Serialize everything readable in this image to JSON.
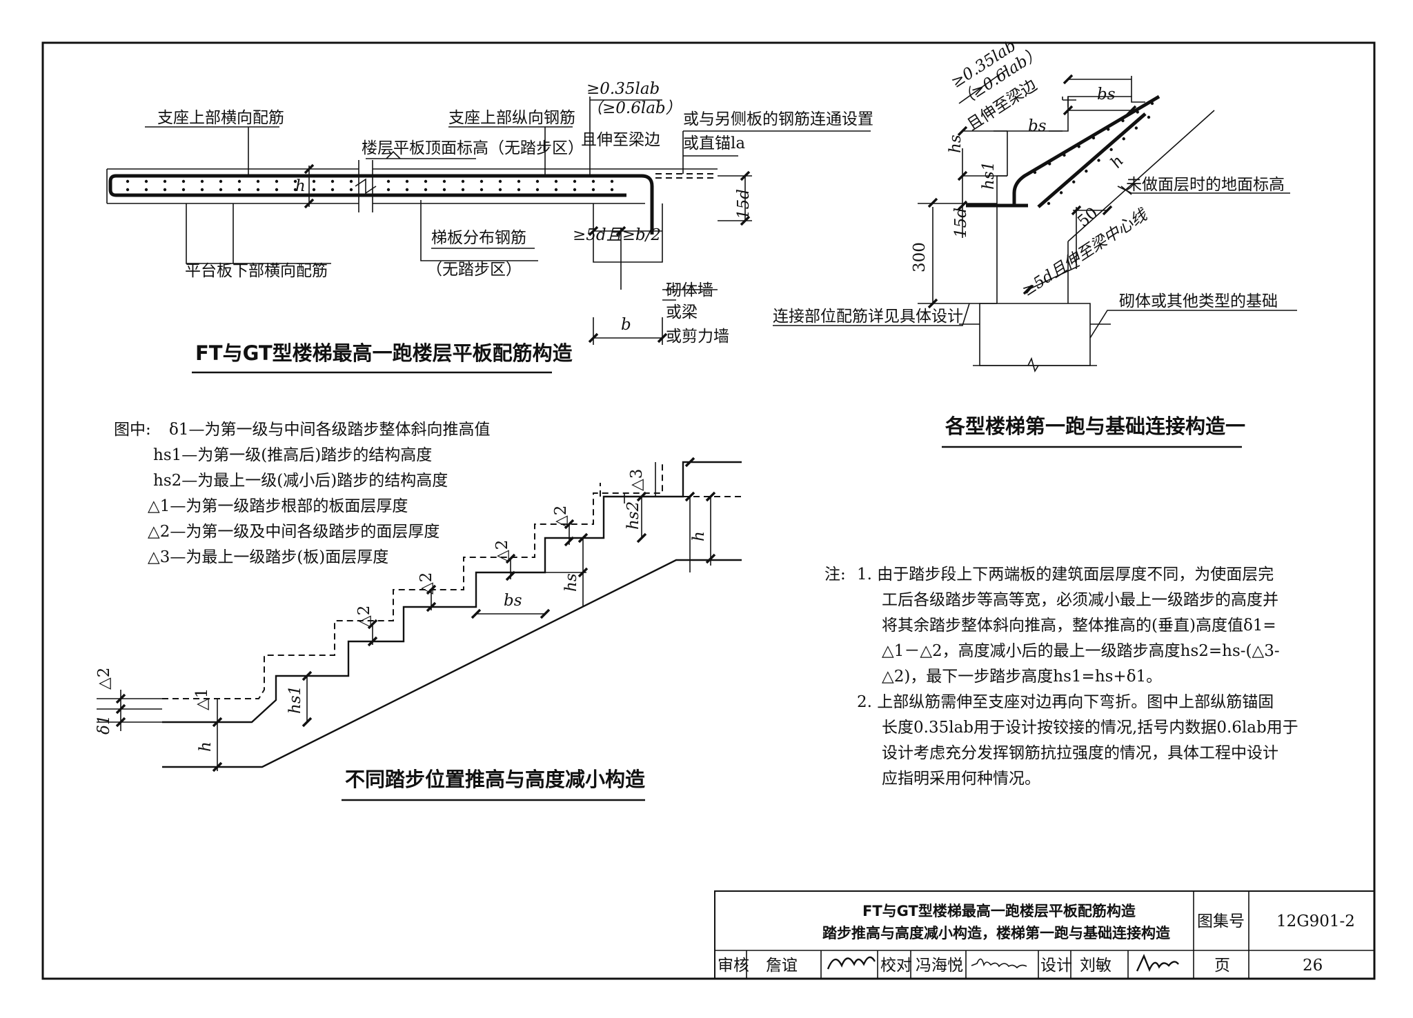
{
  "topleft": {
    "title": "FT与GT型楼梯最高一跑楼层平板配筋构造",
    "support_top_transverse": "支座上部横向配筋",
    "support_top_longitudinal": "支座上部纵向钢筋",
    "floor_slab_elevation": "楼层平板顶面标高（无踏步区）",
    "anchor_a": "≥0.35lab",
    "anchor_b": "（≥0.6lab）",
    "extend_to_beam": "且伸至梁边",
    "connect_other_side": "或与另侧板的钢筋连通设置",
    "or_straight_anchor": "或直锚la",
    "h": "h",
    "d15": "15d",
    "d5_b2": "≥5d且≥b/2",
    "distribution_bar": "梯板分布钢筋",
    "no_step_zone": "（无踏步区）",
    "platform_bottom": "平台板下部横向配筋",
    "masonry_wall": "砌体墙",
    "or_beam": "或梁",
    "or_shear_wall": "或剪力墙",
    "b": "b"
  },
  "topright": {
    "title": "各型楼梯第一跑与基础连接构造一",
    "anchor_a": "≥0.35lab",
    "anchor_b": "（≥0.6lab）",
    "extend_to_beam": "且伸至梁边",
    "bs1": "bs",
    "bs2": "bs",
    "hs": "hs",
    "hs1": "hs1",
    "h": "h",
    "d15": "15d",
    "dim300": "300",
    "dim50": "50",
    "d5_center": "≥5d且伸至梁中心线",
    "ground_elev": "未做面层时的地面标高",
    "connection_note": "连接部位配筋详见具体设计",
    "foundation": "砌体或其他类型的基础"
  },
  "legend": {
    "prefix": "图中:",
    "delta1": "δ1—为第一级与中间各级踏步整体斜向推高值",
    "hs1": "hs1—为第一级(推高后)踏步的结构高度",
    "hs2": "hs2—为最上一级(减小后)踏步的结构高度",
    "d1": "△1—为第一级踏步根部的板面层厚度",
    "d2": "△2—为第一级及中间各级踏步的面层厚度",
    "d3": "△3—为最上一级踏步(板)面层厚度"
  },
  "steps": {
    "title": "不同踏步位置推高与高度减小构造",
    "delta1": "δ1",
    "tri1": "△1",
    "tri2": "△2",
    "tri3": "△3",
    "h": "h",
    "hs1": "hs1",
    "hs2": "hs2",
    "hs": "hs",
    "bs": "bs"
  },
  "notes": {
    "prefix": "注:",
    "n1": [
      "1. 由于踏步段上下两端板的建筑面层厚度不同，为使面层完",
      "工后各级踏步等高等宽，必须减小最上一级踏步的高度并",
      "将其余踏步整体斜向推高，整体推高的(垂直)高度值δ1=",
      "△1－△2，高度减小后的最上一级踏步高度hs2=hs-(△3-",
      "△2)，最下一步踏步高度hs1=hs+δ1。"
    ],
    "n2": [
      "2. 上部纵筋需伸至支座对边再向下弯折。图中上部纵筋锚固",
      "长度0.35lab用于设计按铰接的情况,括号内数据0.6lab用于",
      "设计考虑充分发挥钢筋抗拉强度的情况，具体工程中设计",
      "应指明采用何种情况。"
    ]
  },
  "titleblock": {
    "title1": "FT与GT型楼梯最高一跑楼层平板配筋构造",
    "title2": "踏步推高与高度减小构造，楼梯第一跑与基础连接构造",
    "atlas_label": "图集号",
    "atlas_no": "12G901-2",
    "review_label": "审核",
    "reviewer": "詹谊",
    "check_label": "校对",
    "checker": "冯海悦",
    "design_label": "设计",
    "designer": "刘敏",
    "page_label": "页",
    "page_no": "26"
  }
}
